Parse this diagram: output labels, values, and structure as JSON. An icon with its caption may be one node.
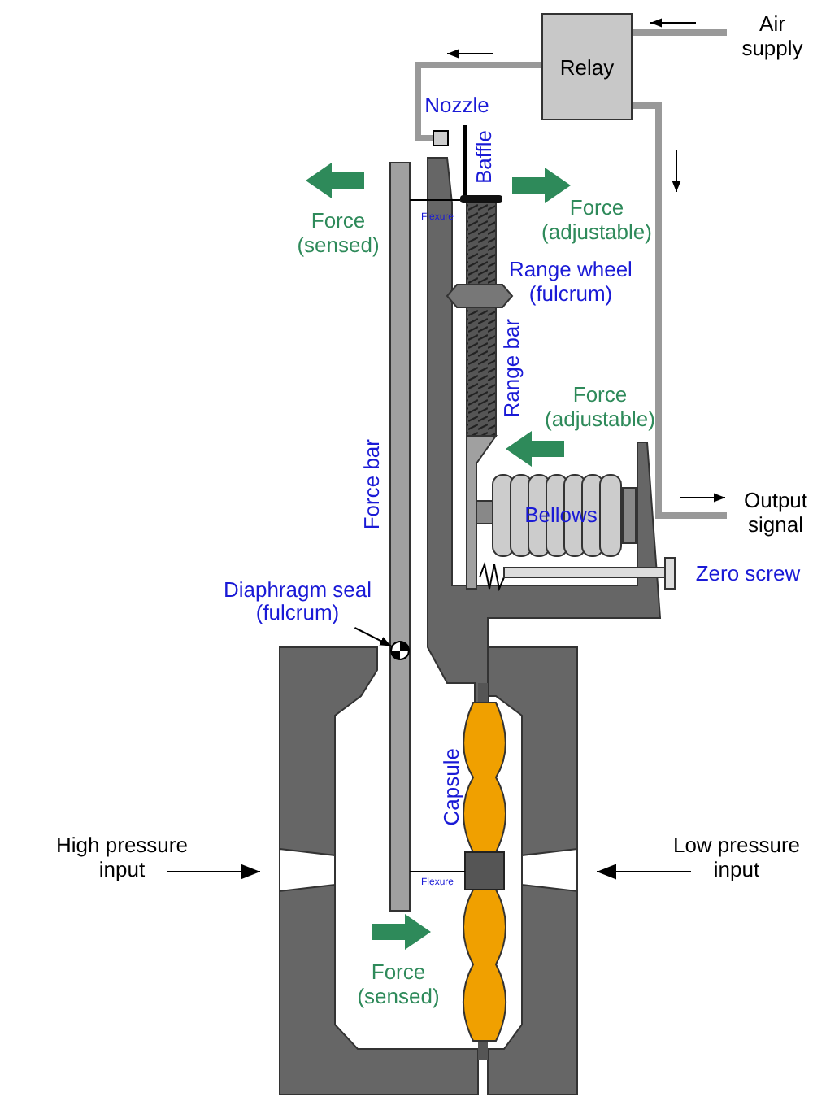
{
  "diagram": {
    "nodes": [
      {
        "text": [
          "Relay"
        ]
      },
      {
        "text": [],
        "shape": "box"
      },
      {
        "text": [
          "Diaphragm seal (fulcrum)"
        ]
      },
      {
        "text": [],
        "shape": "circle"
      }
    ],
    "edges": [
      {
        "from": 0,
        "to": 1,
        "arrow": "none",
        "style": "thick",
        "color": "#999999"
      },
      {
        "from": 2,
        "to": 3,
        "arrow": "to",
        "color": "#000000"
      }
    ],
    "labels": [
      "Air supply",
      "Nozzle",
      "Baffle",
      "Force (sensed)",
      "Force (adjustable)",
      "Flexure",
      "Range wheel (fulcrum)",
      "Range bar",
      "Force (adjustable)",
      "Force bar",
      "Output signal",
      "Bellows",
      "Zero screw",
      "Capsule",
      "High pressure input",
      "Low pressure input",
      "Flexure",
      "Force (sensed)"
    ]
  }
}
